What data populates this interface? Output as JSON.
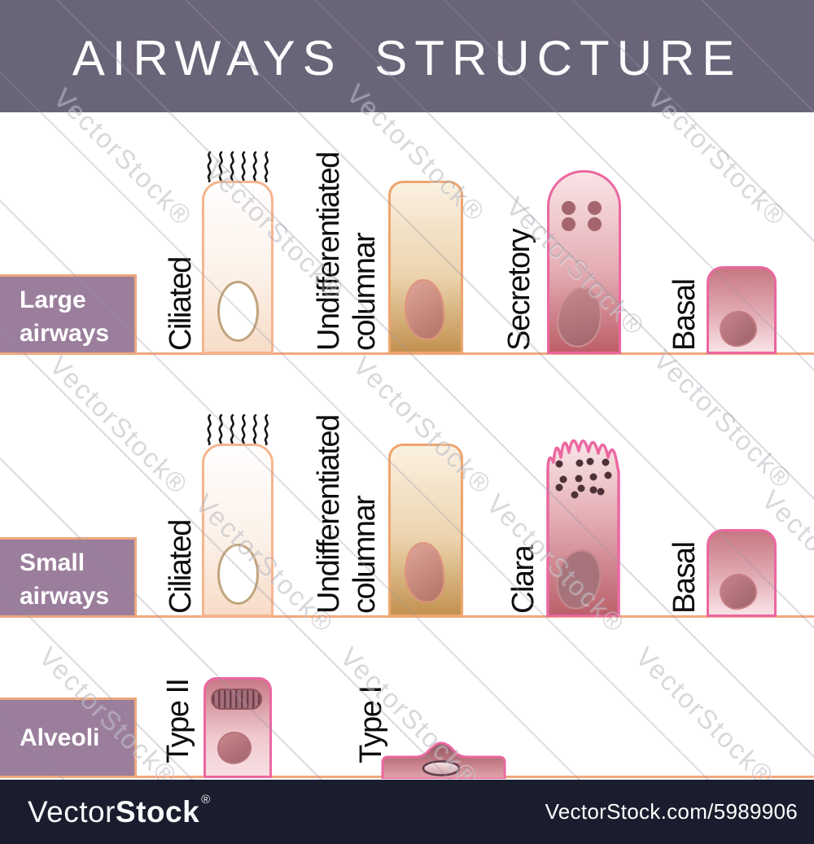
{
  "header": {
    "title": "AIRWAYS STRUCTURE"
  },
  "watermark": {
    "text": "VectorStock®"
  },
  "rows": [
    {
      "id": "large-airways",
      "label_line1": "Large",
      "label_line2": "airways",
      "cell_labels": {
        "ciliated": "Ciliated",
        "undifferentiated_line1": "Undifferentiated",
        "undifferentiated_line2": "columnar",
        "secretory": "Secretory",
        "basal": "Basal"
      }
    },
    {
      "id": "small-airways",
      "label_line1": "Small",
      "label_line2": "airways",
      "cell_labels": {
        "ciliated": "Ciliated",
        "undifferentiated_line1": "Undifferentiated",
        "undifferentiated_line2": "columnar",
        "clara": "Clara",
        "basal": "Basal"
      }
    },
    {
      "id": "alveoli",
      "label_line1": "Alveoli",
      "cell_labels": {
        "type2": "Type II",
        "type1": "Type I"
      }
    }
  ],
  "footer": {
    "brand_regular": "Vector",
    "brand_bold": "Stock",
    "registered": "®",
    "credit": "VectorStock.com/5989906"
  },
  "colors": {
    "header_band": "#6A6478",
    "footer_band": "#191D2D",
    "row_label_fill": "#9B7E9C",
    "row_label_border": "#ECA77E",
    "baseline": "#F2A87D",
    "cell_border_pink": "#EB67A1",
    "cell_border_orange": "#EFA873",
    "title_text": "#FCFCFE",
    "label_text": "#0D0D0D",
    "box_text": "#FFFFFF"
  }
}
